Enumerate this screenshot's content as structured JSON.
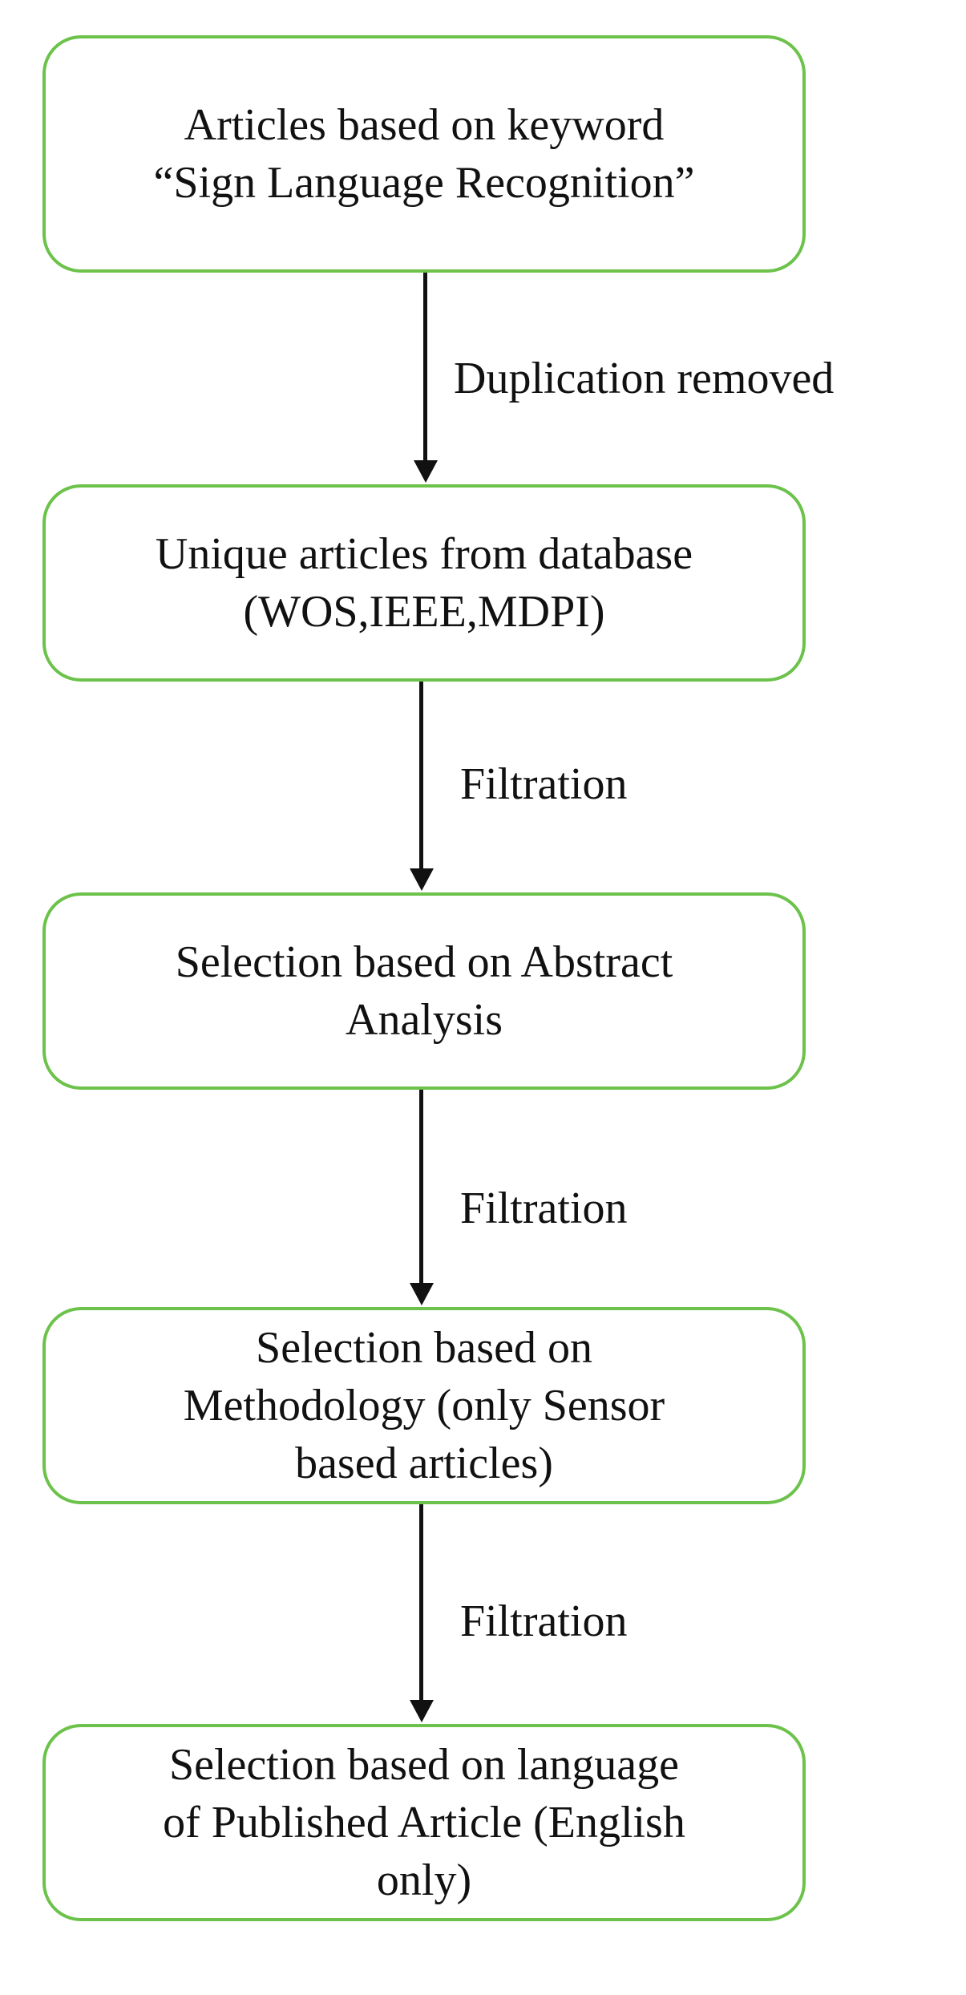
{
  "colors": {
    "box_border": "#6cc24a",
    "arrow": "#111111",
    "text": "#111111"
  },
  "boxes": [
    {
      "lines": [
        "Articles based on keyword",
        "“Sign Language Recognition”"
      ]
    },
    {
      "lines": [
        "Unique articles from database",
        "(WOS,IEEE,MDPI)"
      ]
    },
    {
      "lines": [
        "Selection based on Abstract",
        "Analysis"
      ]
    },
    {
      "lines": [
        "Selection based on",
        "Methodology (only Sensor",
        "based articles)"
      ]
    },
    {
      "lines": [
        "Selection based on language",
        "of Published Article (English",
        "only)"
      ]
    }
  ],
  "edges": [
    {
      "label": "Duplication removed"
    },
    {
      "label": "Filtration"
    },
    {
      "label": "Filtration"
    },
    {
      "label": "Filtration"
    }
  ]
}
